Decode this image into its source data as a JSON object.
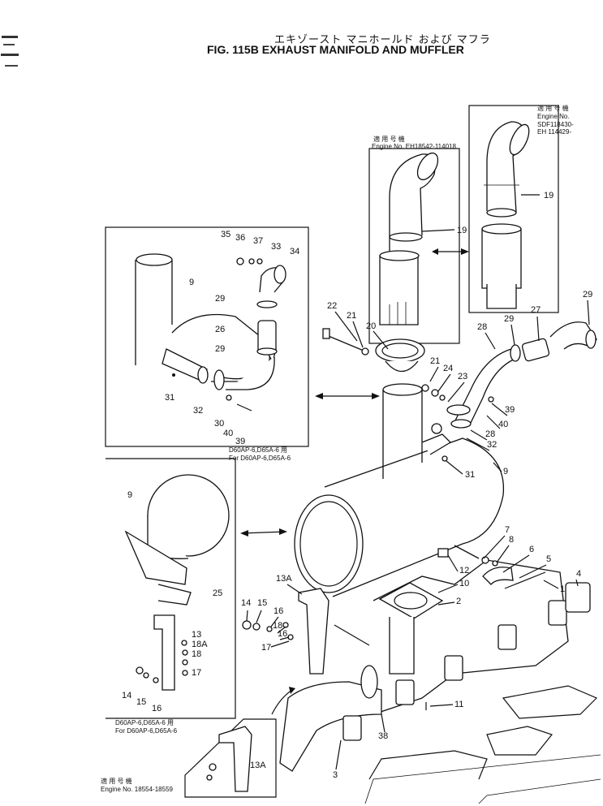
{
  "header": {
    "title_jp": "エキゾースト マニホールド および マフラ",
    "title_en": "FIG. 115B  EXHAUST MANIFOLD AND MUFFLER"
  },
  "notes": {
    "top_center_jp": "適 用 号 機",
    "top_center_en": "Engine No. EH18542-114018",
    "top_right_jp": "適 用 号 機",
    "top_right_en1": "Engine No.",
    "top_right_en2": "SDF118430-",
    "top_right_en3": "EH  114429-",
    "left_mid_jp": "D60AP-6,D65A-6 用",
    "left_mid_en": "For D60AP-6,D65A-6",
    "left_low_jp": "D60AP-6,D65A-6 用",
    "left_low_en": "For D60AP-6,D65A-6",
    "bottom_jp": "適 用 号 機",
    "bottom_en": "Engine No. 18554-18559"
  },
  "labels": {
    "p1": "1",
    "p2": "2",
    "p3": "3",
    "p4": "4",
    "p5": "5",
    "p6": "6",
    "p7": "7",
    "p8": "8",
    "p9a": "9",
    "p9b": "9",
    "p9c": "9",
    "p10": "10",
    "p11": "11",
    "p12": "12",
    "p13": "13",
    "p13a": "13A",
    "p13a2": "13A",
    "p14": "14",
    "p14b": "14",
    "p15": "15",
    "p15b": "15",
    "p16": "16",
    "p16b": "16",
    "p16c": "16",
    "p17": "17",
    "p17b": "17",
    "p18": "18",
    "p18a": "18A",
    "p18b": "18",
    "p19a": "19",
    "p19b": "19",
    "p20": "20",
    "p21a": "21",
    "p21b": "21",
    "p22": "22",
    "p23": "23",
    "p24": "24",
    "p25": "25",
    "p26": "26",
    "p27": "27",
    "p28a": "28",
    "p28b": "28",
    "p29a": "29",
    "p29b": "29",
    "p29c": "29",
    "p29d": "29",
    "p30": "30",
    "p31a": "31",
    "p31b": "31",
    "p32a": "32",
    "p32b": "32",
    "p33": "33",
    "p34": "34",
    "p35": "35",
    "p36": "36",
    "p37": "37",
    "p38": "38",
    "p39a": "39",
    "p39b": "39",
    "p40a": "40",
    "p40b": "40"
  }
}
